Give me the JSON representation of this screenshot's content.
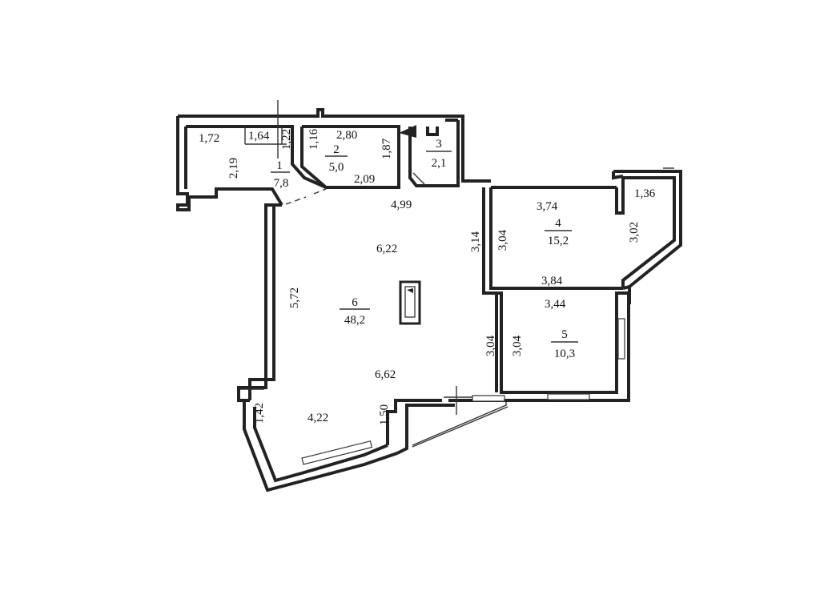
{
  "rooms": [
    {
      "number": "1",
      "area": "7,8"
    },
    {
      "number": "2",
      "area": "5,0"
    },
    {
      "number": "3",
      "area": "2,1"
    },
    {
      "number": "4",
      "area": "15,2"
    },
    {
      "number": "5",
      "area": "10,3"
    },
    {
      "number": "6",
      "area": "48,2"
    }
  ],
  "dimensions": {
    "d1_72": "1,72",
    "d1_64": "1,64",
    "d1_22": "1,22",
    "d2_19": "2,19",
    "d1_16": "1,16",
    "d2_80": "2,80",
    "d1_87": "1,87",
    "d2_09": "2,09",
    "d4_99": "4,99",
    "d3_74": "3,74",
    "d1_36": "1,36",
    "d3_02": "3,02",
    "d3_14": "3,14",
    "d3_04a": "3,04",
    "d6_22": "6,22",
    "d3_84": "3,84",
    "d5_72": "5,72",
    "d3_44": "3,44",
    "d3_04b": "3,04",
    "d3_04c": "3,04",
    "d6_62": "6,62",
    "d1_42": "1,42",
    "d4_22": "4,22",
    "d1_50": "1,50"
  }
}
